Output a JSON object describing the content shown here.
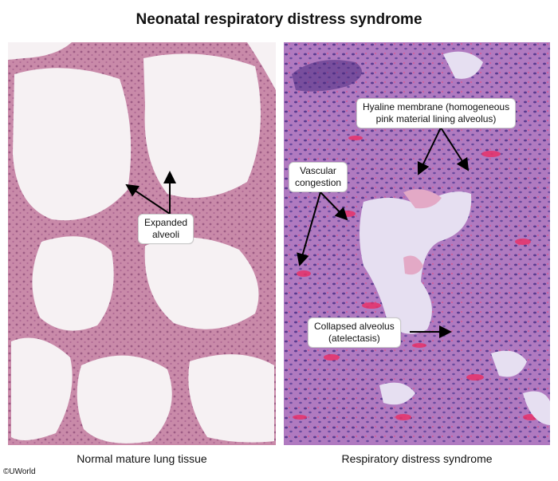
{
  "title": "Neonatal respiratory distress syndrome",
  "panels": {
    "left": {
      "caption": "Normal mature lung tissue",
      "labels": {
        "expanded_line1": "Expanded",
        "expanded_line2": "alveoli"
      }
    },
    "right": {
      "caption": "Respiratory distress syndrome",
      "labels": {
        "hyaline_line1": "Hyaline membrane (homogeneous",
        "hyaline_line2": "pink material lining alveolus)",
        "vascular_line1": "Vascular",
        "vascular_line2": "congestion",
        "collapsed_line1": "Collapsed alveolus",
        "collapsed_line2": "(atelectasis)"
      }
    }
  },
  "copyright": "©UWorld",
  "colors": {
    "normal_tissue": "#c98aa9",
    "alveolar_space": "#f6f1f3",
    "rds_background": "#b07ac0",
    "nuclei": "#5a3a8f",
    "congestion": "#e8326a",
    "rds_space": "#e6dff1",
    "hyaline": "#e3a9c6"
  }
}
